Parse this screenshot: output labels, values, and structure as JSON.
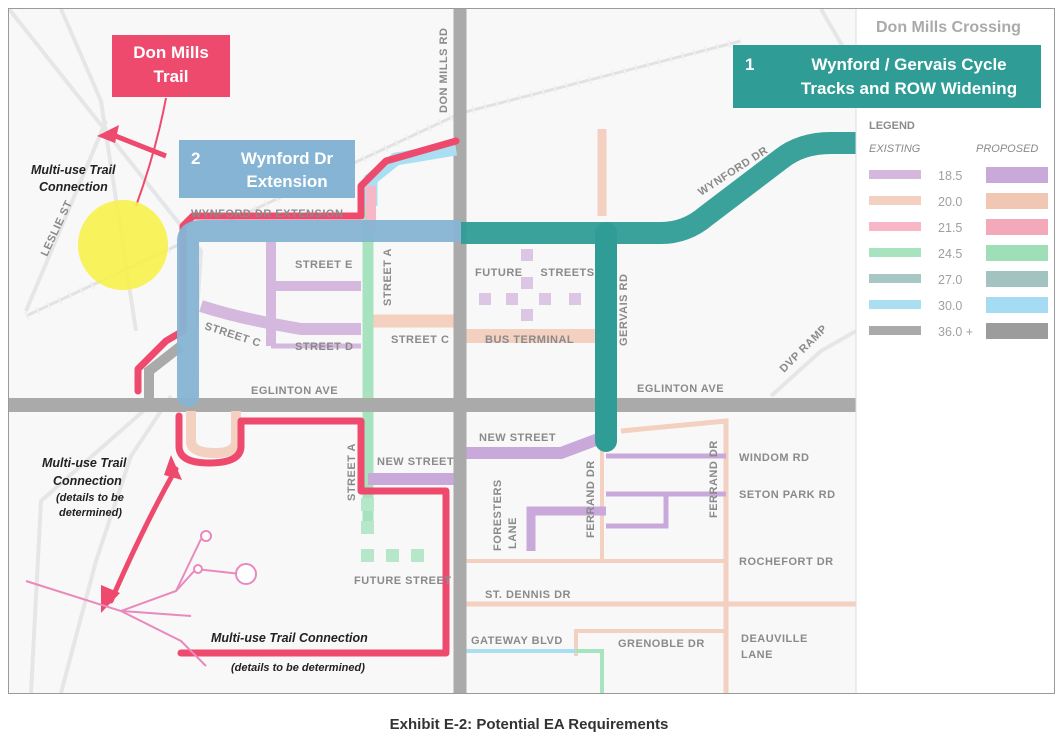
{
  "title": "Don Mills Crossing",
  "caption": "Exhibit E-2: Potential EA Requirements",
  "callouts": {
    "don_mills_trail": [
      "Don Mills",
      "Trail"
    ],
    "wynford_ext": {
      "num": "2",
      "text": [
        "Wynford Dr",
        "Extension"
      ]
    },
    "cycle_tracks": {
      "num": "1",
      "text": [
        "Wynford / Gervais Cycle",
        "Tracks and ROW Widening"
      ]
    }
  },
  "trail_labels": {
    "trail_connection_nw": [
      "Multi-use Trail",
      "Connection"
    ],
    "trail_connection_sw": [
      "Multi-use Trail",
      "Connection"
    ],
    "trail_connection_sw_note": [
      "(details to be",
      "determined)"
    ],
    "trail_connection_s": "Multi-use Trail Connection",
    "trail_connection_s_note": "(details to be determined)"
  },
  "streets": {
    "don_mills_rd": "DON MILLS RD",
    "leslie_st": "LESLIE ST",
    "wynford_dr": "WYNFORD DR",
    "wynford_dr_ext": "WYNFORD DR EXTENSION",
    "street_e": "STREET E",
    "street_a_north": "STREET A",
    "street_c_west": "STREET C",
    "street_d": "STREET D",
    "street_c_east": "STREET C",
    "future_streets": "FUTURE     STREETS",
    "bus_terminal": "BUS TERMINAL",
    "gervais_rd": "GERVAIS RD",
    "dvp_ramp": "DVP RAMP",
    "eglinton_west": "EGLINTON AVE",
    "eglinton_east": "EGLINTON AVE",
    "new_street_east": "NEW STREET",
    "new_street_west": "NEW STREET",
    "street_a_south": "STREET A",
    "windom_rd": "WINDOM RD",
    "seton_park_rd": "SETON PARK RD",
    "ferrand_dr_1": "FERRAND DR",
    "ferrand_dr_2": "FERRAND DR",
    "foresters_lane": [
      "FORESTERS",
      "LANE"
    ],
    "rochefort_dr": "ROCHEFORT DR",
    "future_street": "FUTURE STREET",
    "st_dennis_dr": "ST. DENNIS DR",
    "gateway_blvd": "GATEWAY BLVD",
    "grenoble_dr": "GRENOBLE DR",
    "deauville_lane": [
      "DEAUVILLE",
      "LANE"
    ]
  },
  "legend": {
    "title": "LEGEND",
    "existing_label": "EXISTING",
    "proposed_label": "PROPOSED",
    "items": [
      {
        "value": "18.5",
        "existing_color": "#d5b8de",
        "proposed_color": "#c9a8da"
      },
      {
        "value": "20.0",
        "existing_color": "#f3d0bf",
        "proposed_color": "#f0c7b3"
      },
      {
        "value": "21.5",
        "existing_color": "#f7b7c6",
        "proposed_color": "#f4a9bb"
      },
      {
        "value": "24.5",
        "existing_color": "#a8e3bf",
        "proposed_color": "#9fdfb8"
      },
      {
        "value": "27.0",
        "existing_color": "#a7c7c4",
        "proposed_color": "#a3c3c0"
      },
      {
        "value": "30.0",
        "existing_color": "#aadff2",
        "proposed_color": "#a6dcf3"
      },
      {
        "value": "36.0 +",
        "existing_color": "#aaaaaa",
        "proposed_color": "#9c9c9c"
      }
    ]
  },
  "colors": {
    "trail_pink": "#ee4a6e",
    "wynford_blue": "#86b4d4",
    "cycle_teal": "#309c96",
    "arterial_grey": "#aaaaaa"
  }
}
